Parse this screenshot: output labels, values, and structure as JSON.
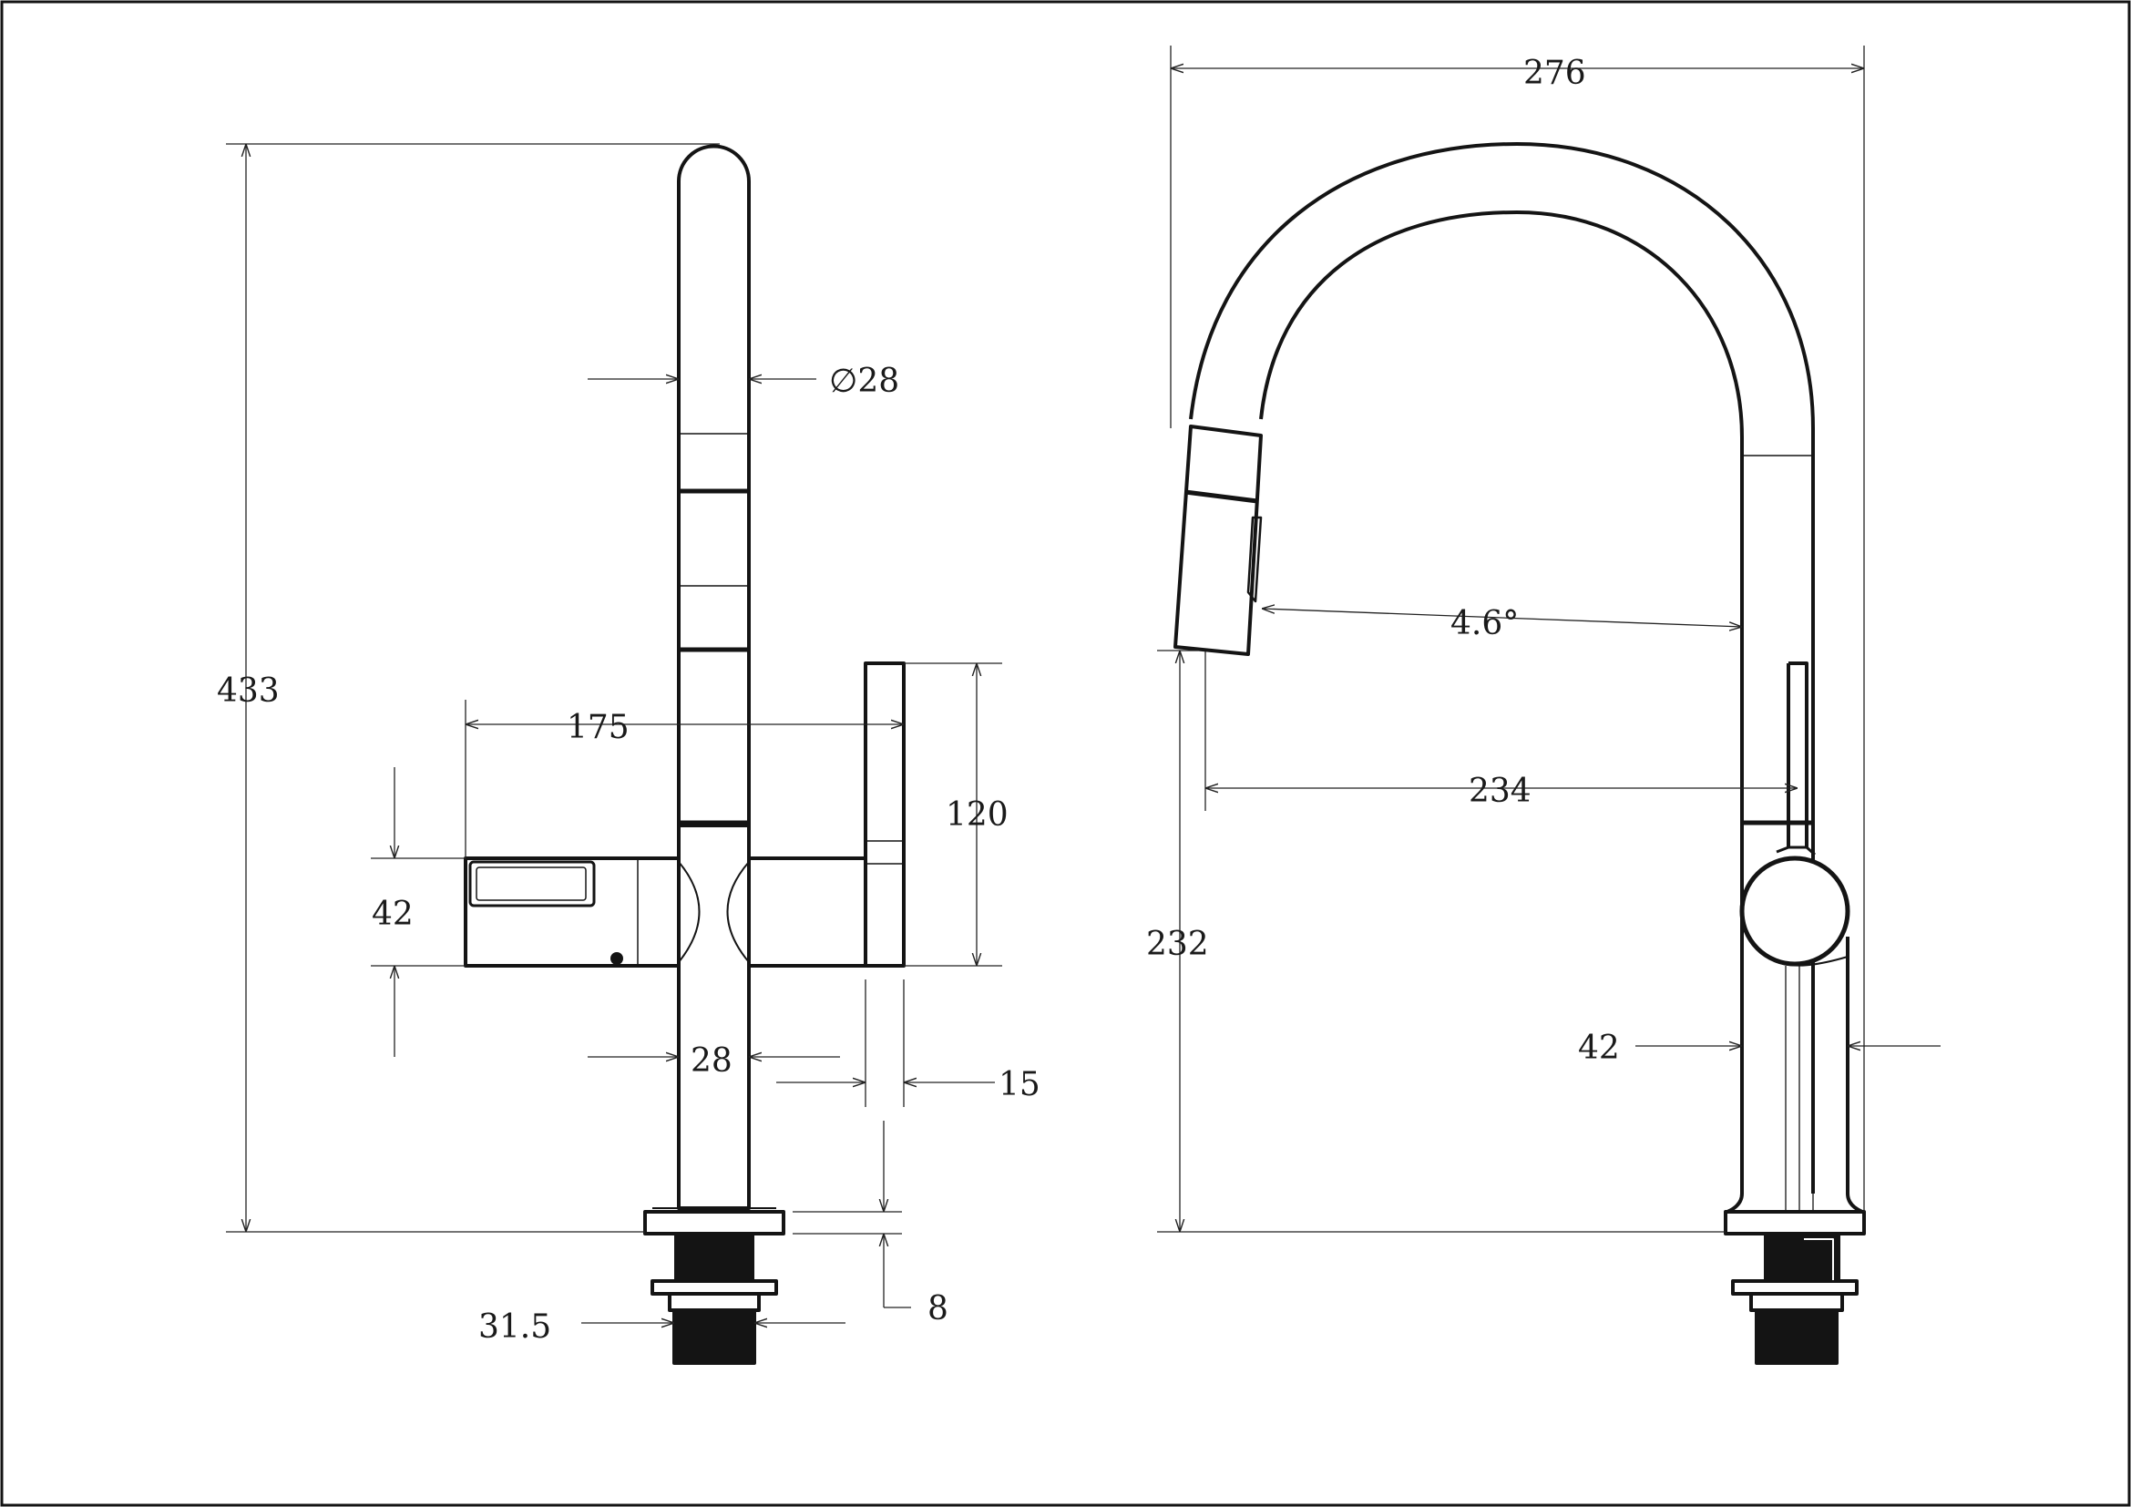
{
  "colors": {
    "ink": "#141414",
    "paper": "#ffffff",
    "thin": "#2a2a2a"
  },
  "front_view": {
    "height": "433",
    "spout_diameter": "∅28",
    "lever_reach": "175",
    "handle_height": "120",
    "body_height": "42",
    "column_width": "28",
    "handle_thickness": "15",
    "base_thickness": "8",
    "shank_diameter": "31.5"
  },
  "side_view": {
    "reach": "276",
    "spray_angle": "4.6°",
    "spout_reach": "234",
    "spout_height": "232",
    "column_diameter": "42"
  }
}
